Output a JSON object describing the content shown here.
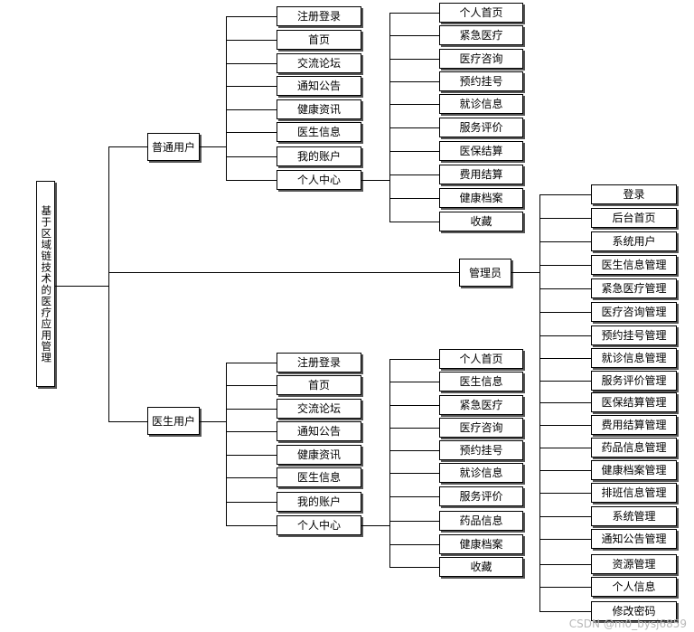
{
  "root": "基于区域链技术的医疗应用管理",
  "branches": {
    "normal_user": {
      "label": "普通用户",
      "menu": [
        "注册登录",
        "首页",
        "交流论坛",
        "通知公告",
        "健康资讯",
        "医生信息",
        "我的账户",
        "个人中心"
      ],
      "center": [
        "个人首页",
        "紧急医疗",
        "医疗咨询",
        "预约挂号",
        "就诊信息",
        "服务评价",
        "医保结算",
        "费用结算",
        "健康档案",
        "收藏"
      ]
    },
    "admin": {
      "label": "管理员",
      "items": [
        "登录",
        "后台首页",
        "系统用户",
        "医生信息管理",
        "紧急医疗管理",
        "医疗咨询管理",
        "预约挂号管理",
        "就诊信息管理",
        "服务评价管理",
        "医保结算管理",
        "费用结算管理",
        "药品信息管理",
        "健康档案管理",
        "排班信息管理",
        "系统管理",
        "通知公告管理",
        "资源管理",
        "个人信息",
        "修改密码"
      ]
    },
    "doctor_user": {
      "label": "医生用户",
      "menu": [
        "注册登录",
        "首页",
        "交流论坛",
        "通知公告",
        "健康资讯",
        "医生信息",
        "我的账户",
        "个人中心"
      ],
      "center": [
        "个人首页",
        "医生信息",
        "紧急医疗",
        "医疗咨询",
        "预约挂号",
        "就诊信息",
        "服务评价",
        "药品信息",
        "健康档案",
        "收藏"
      ]
    }
  },
  "watermark": "CSDN @m0_bysj6859"
}
